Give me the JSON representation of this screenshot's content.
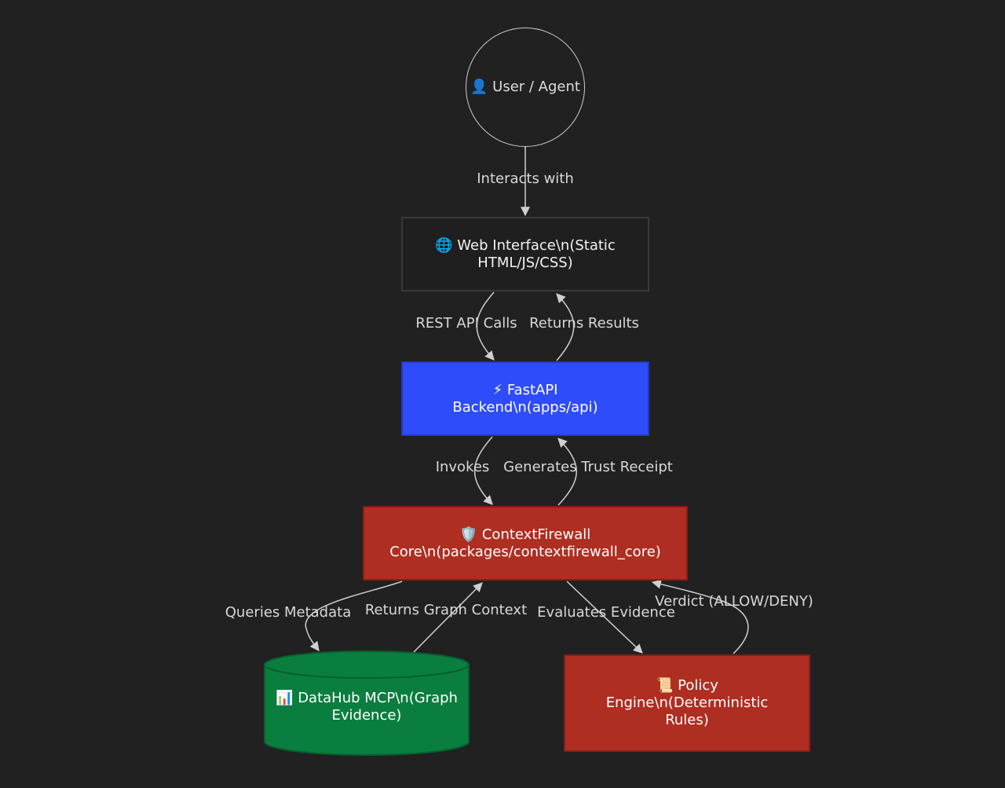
{
  "nodes": {
    "user": "👤 User / Agent",
    "web": "🌐 Web Interface\\n(Static\nHTML/JS/CSS)",
    "api": "⚡ FastAPI\nBackend\\n(apps/api)",
    "core": "🛡️ ContextFirewall\nCore\\n(packages/contextfirewall_core)",
    "datahub": "📊 DataHub MCP\\n(Graph\nEvidence)",
    "policy": "📜 Policy\nEngine\\n(Deterministic\nRules)"
  },
  "edges": {
    "interacts": "Interacts with",
    "rest": "REST API Calls",
    "returns_results": "Returns Results",
    "invokes": "Invokes",
    "receipt": "Generates Trust Receipt",
    "queries": "Queries Metadata",
    "graph_context": "Returns Graph Context",
    "evaluates": "Evaluates Evidence",
    "verdict": "Verdict (ALLOW/DENY)"
  },
  "colors": {
    "background": "#212121",
    "api": "#2f4cfa",
    "core": "#af2e22",
    "policy": "#af2e22",
    "datahub": "#0a7e3e",
    "edge": "#d0d0d0"
  }
}
